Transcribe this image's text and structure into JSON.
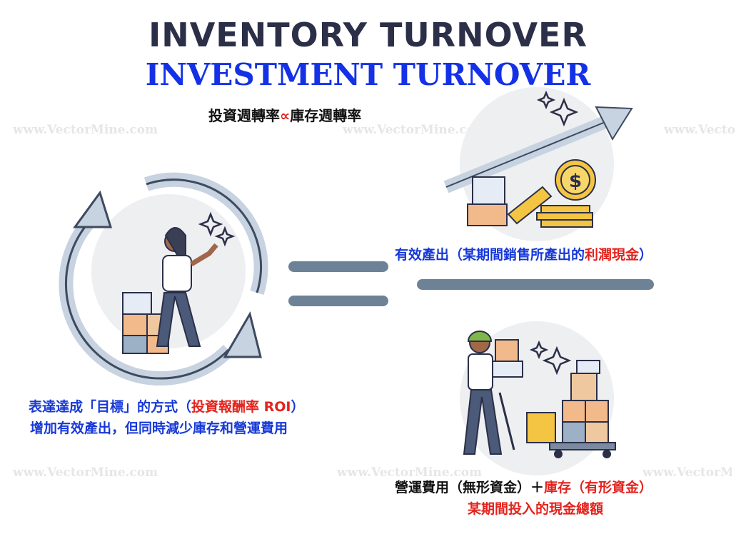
{
  "titles": {
    "line1": "INVENTORY TURNOVER",
    "line2": "INVESTMENT TURNOVER"
  },
  "formula": {
    "left": "投資週轉率",
    "symbol": "∝",
    "right": "庫存週轉率"
  },
  "watermark": "www.VectorMine.com",
  "left_caption": {
    "line1_a": "表達達成「目標」的方式（",
    "line1_b": "投資報酬率 ROI",
    "line1_c": "）",
    "line2": "增加有效產出，但同時減少庫存和營運費用"
  },
  "numerator": {
    "a": "有效產出（某期間銷售所產出的",
    "b": "利潤現金",
    "c": "）"
  },
  "denominator": {
    "a": "營運費用（無形資金）＋",
    "b": "庫存（有形資金）",
    "line2": "某期間投入的現金總額"
  },
  "colors": {
    "title_dark": "#2b2f48",
    "title_blue": "#1431e6",
    "text_blue": "#1638d8",
    "text_red": "#e4231d",
    "bar": "#6d8296"
  },
  "icons": [
    "cycle-arrows-icon",
    "worker-with-boxes-icon",
    "growth-arrow-icon",
    "dollar-coin-icon",
    "delivery-worker-icon",
    "sparkle-icon"
  ]
}
